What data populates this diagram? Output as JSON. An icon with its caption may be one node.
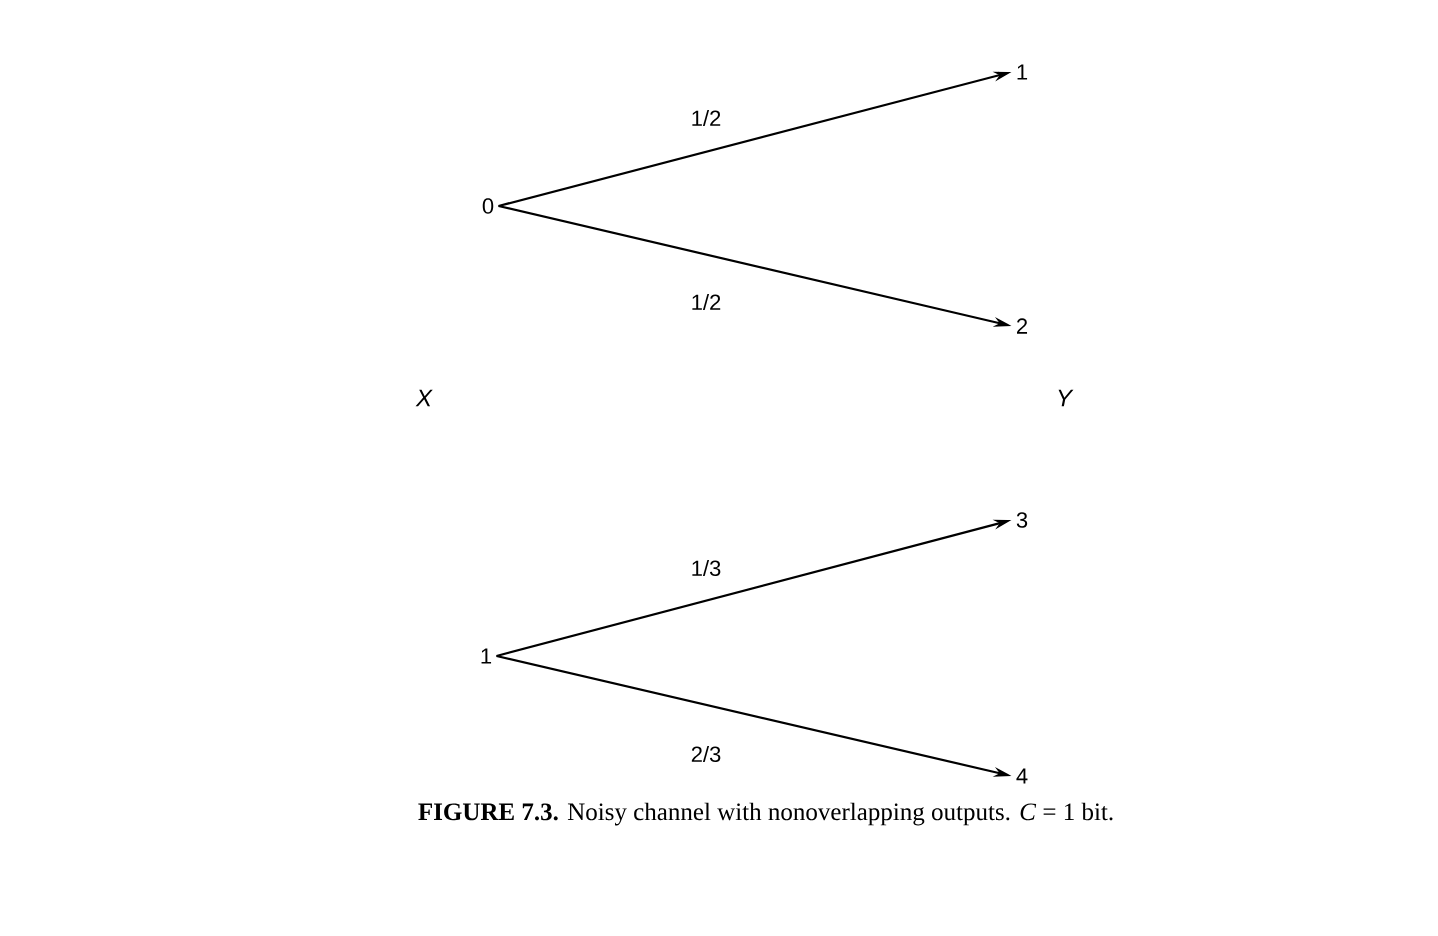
{
  "diagram": {
    "caption": "**FIGURE 7.3.** Noisy channel with nonoverlapping outputs. *C* = 1 bit.",
    "nodes": [
      {
        "text": [
          "0"
        ]
      },
      {
        "text": [
          "1"
        ]
      },
      {
        "text": [
          "1"
        ]
      },
      {
        "text": [
          "2"
        ]
      },
      {
        "text": [
          "3"
        ]
      },
      {
        "text": [
          "4"
        ]
      }
    ],
    "edges": [
      {
        "from": 0,
        "to": 2,
        "arrow": "to",
        "label": "1/2"
      },
      {
        "from": 0,
        "to": 3,
        "arrow": "to",
        "label": "1/2"
      },
      {
        "from": 1,
        "to": 4,
        "arrow": "to",
        "label": "1/3"
      },
      {
        "from": 1,
        "to": 5,
        "arrow": "to",
        "label": "2/3"
      }
    ],
    "labels": [
      "X",
      "Y"
    ]
  }
}
